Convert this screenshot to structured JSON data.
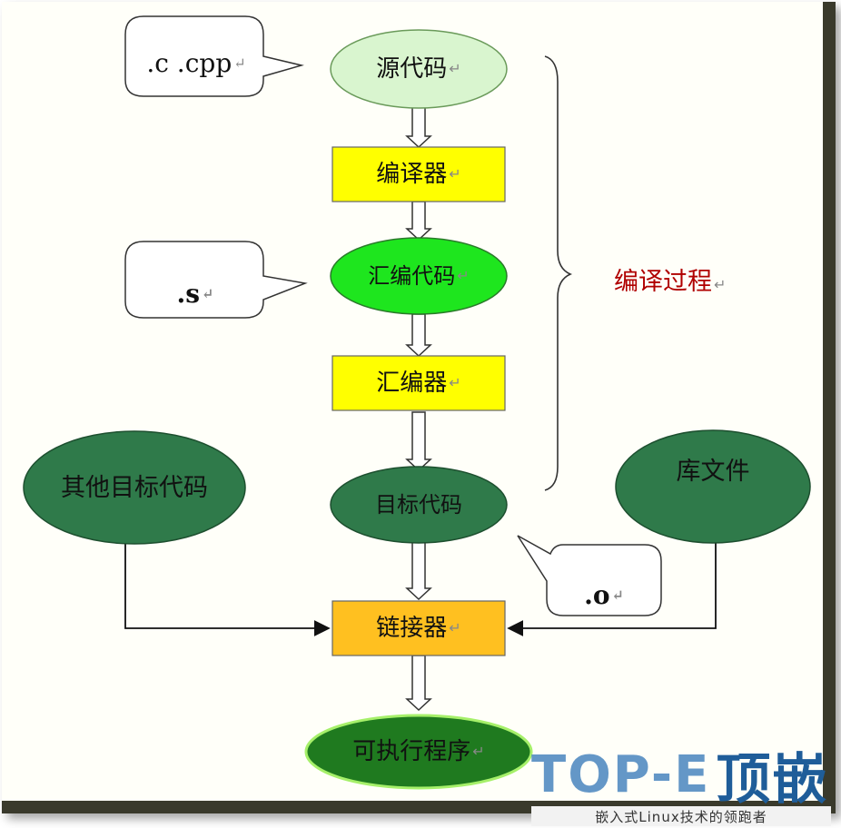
{
  "nodes": {
    "source": "源代码",
    "compiler": "编译器",
    "assembly": "汇编代码",
    "assembler": "汇编器",
    "object": "目标代码",
    "linker": "链接器",
    "executable": "可执行程序",
    "other_objects": "其他目标代码",
    "library": "库文件"
  },
  "callouts": {
    "source_ext": ".c .cpp",
    "assembly_ext": ".s",
    "object_ext": ".o"
  },
  "brace_label": "编译过程",
  "paragraph_mark": "↵",
  "watermark": {
    "logo_latin": "TOP-E",
    "logo_cjk": "顶嵌",
    "tagline": "嵌入式Linux技术的领跑者"
  },
  "colors": {
    "light_green": "#d9f5cf",
    "bright_green": "#1ee61e",
    "dark_green": "#2f7a4a",
    "yellow": "#ffff00",
    "orange": "#ffc020",
    "label_red": "#b00000"
  }
}
